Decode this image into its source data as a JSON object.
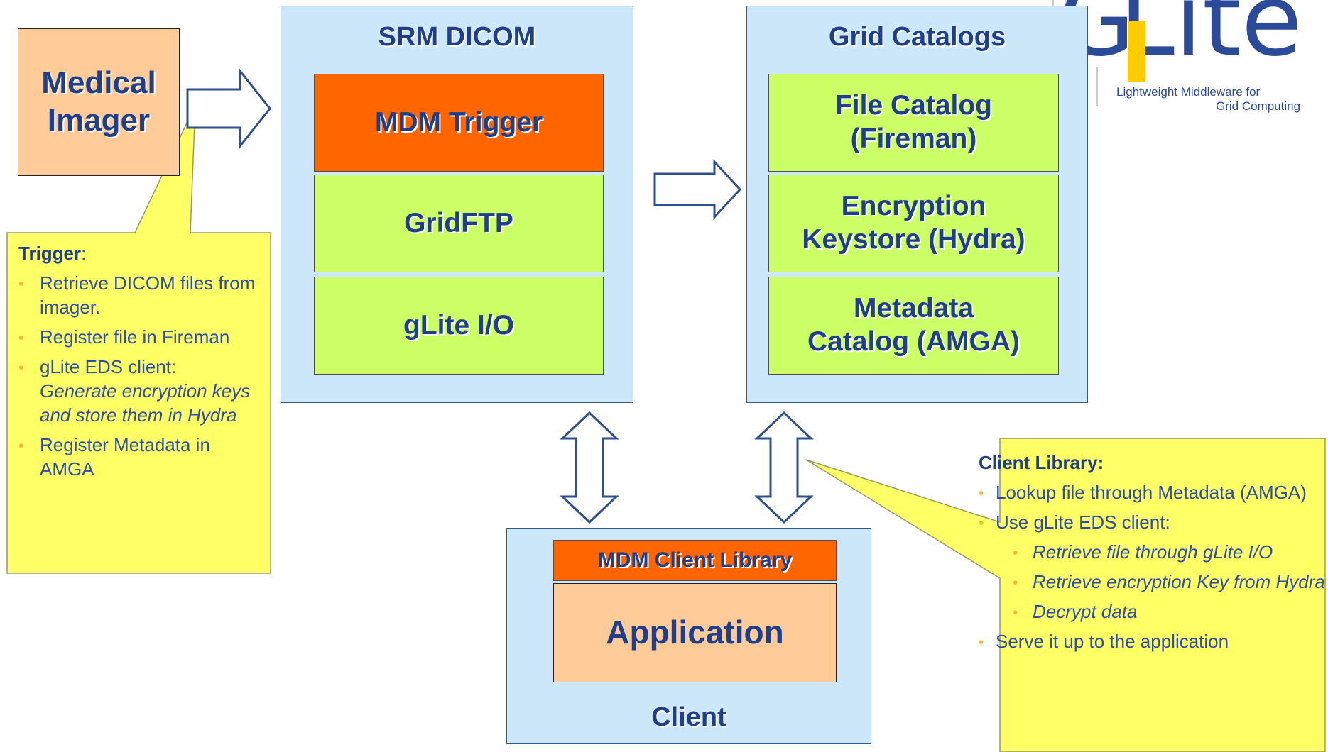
{
  "logo": {
    "word_g": "G",
    "word_lite": "Lite",
    "tagline_line1": "Lightweight Middleware for",
    "tagline_line2": "Grid Computing"
  },
  "medical_imager": {
    "label": "Medical\nImager"
  },
  "srm_dicom": {
    "title": "SRM DICOM",
    "layers": [
      "MDM Trigger",
      "GridFTP",
      "gLite I/O"
    ]
  },
  "grid_catalogs": {
    "title": "Grid Catalogs",
    "layers": [
      "File Catalog\n(Fireman)",
      "Encryption\nKeystore (Hydra)",
      "Metadata\nCatalog (AMGA)"
    ]
  },
  "client": {
    "title": "Client",
    "library": "MDM Client Library",
    "application": "Application"
  },
  "trigger_note": {
    "heading": "Trigger",
    "heading_suffix": ":",
    "items": [
      "Retrieve DICOM files from imager.",
      "Register file in Fireman",
      "gLite EDS client:",
      "Register Metadata in AMGA"
    ],
    "italic_continuation": "Generate encryption keys and store them in Hydra"
  },
  "client_note": {
    "heading": "Client Library:",
    "items": [
      "Lookup file through Metadata (AMGA)",
      "Use gLite EDS client:",
      "Serve it up to the application"
    ],
    "sub_items": [
      "Retrieve file through gLite I/O",
      "Retrieve encryption Key from Hydra",
      "Decrypt data"
    ]
  },
  "colors": {
    "panel": "#cce6fa",
    "green": "#ccff66",
    "orange": "#ff6600",
    "peach": "#ffcc99",
    "note": "#ffff66",
    "text": "#1f3f8c"
  }
}
